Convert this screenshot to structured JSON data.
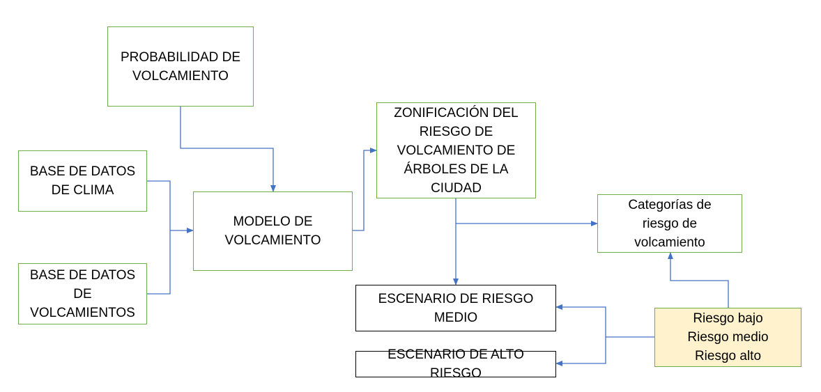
{
  "diagram": {
    "nodes": {
      "probabilidad": {
        "lines": [
          "PROBABILIDAD DE",
          "VOLCAMIENTO"
        ]
      },
      "clima": {
        "lines": [
          "BASE DE DATOS",
          "DE CLIMA"
        ]
      },
      "volcamientos": {
        "lines": [
          "BASE DE DATOS",
          "DE",
          "VOLCAMIENTOS"
        ]
      },
      "modelo": {
        "lines": [
          "MODELO DE",
          "VOLCAMIENTO"
        ]
      },
      "zonificacion": {
        "lines": [
          "ZONIFICACIÓN DEL",
          "RIESGO DE",
          "VOLCAMIENTO DE",
          "ÁRBOLES DE LA",
          "CIUDAD"
        ]
      },
      "categorias": {
        "lines": [
          "Categorías de",
          "riesgo de",
          "volcamiento"
        ]
      },
      "escenario_medio": {
        "lines": [
          "ESCENARIO DE RIESGO",
          "MEDIO"
        ]
      },
      "escenario_alto": {
        "lines": [
          "ESCENARIO DE ALTO RIESGO"
        ]
      },
      "niveles": {
        "lines": [
          "Riesgo bajo",
          "Riesgo medio",
          "Riesgo alto"
        ]
      }
    },
    "colors": {
      "green_border": "#70ad47",
      "connector": "#4472c4",
      "highlight_fill": "#fff2cc",
      "black_border": "#000000"
    }
  }
}
